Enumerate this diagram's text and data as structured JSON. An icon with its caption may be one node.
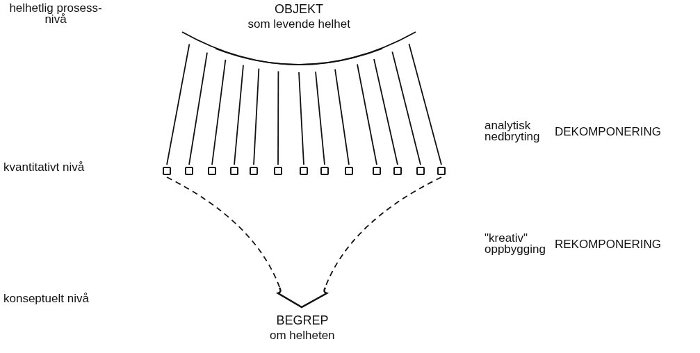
{
  "diagram": {
    "nodes": [
      {
        "text": [
          "OBJEKT",
          "som levende helhet"
        ]
      },
      {
        "text": [],
        "shape": "box"
      },
      {
        "text": [],
        "shape": "box"
      },
      {
        "text": [],
        "shape": "box"
      },
      {
        "text": [],
        "shape": "box"
      },
      {
        "text": [],
        "shape": "box"
      },
      {
        "text": [],
        "shape": "box"
      },
      {
        "text": [],
        "shape": "box"
      },
      {
        "text": [],
        "shape": "box"
      },
      {
        "text": [],
        "shape": "box"
      },
      {
        "text": [],
        "shape": "box"
      },
      {
        "text": [],
        "shape": "box"
      },
      {
        "text": [],
        "shape": "box"
      },
      {
        "text": [],
        "shape": "box"
      },
      {
        "text": [
          "BEGREP",
          "om helheten"
        ]
      }
    ],
    "edges": [
      {
        "from": 0,
        "to": 1,
        "arrow": "none"
      },
      {
        "from": 0,
        "to": 2,
        "arrow": "none"
      },
      {
        "from": 0,
        "to": 3,
        "arrow": "none"
      },
      {
        "from": 0,
        "to": 4,
        "arrow": "none"
      },
      {
        "from": 0,
        "to": 5,
        "arrow": "none"
      },
      {
        "from": 0,
        "to": 6,
        "arrow": "none"
      },
      {
        "from": 0,
        "to": 7,
        "arrow": "none"
      },
      {
        "from": 0,
        "to": 8,
        "arrow": "none"
      },
      {
        "from": 0,
        "to": 9,
        "arrow": "none"
      },
      {
        "from": 0,
        "to": 10,
        "arrow": "none"
      },
      {
        "from": 0,
        "to": 11,
        "arrow": "none"
      },
      {
        "from": 0,
        "to": 12,
        "arrow": "none"
      },
      {
        "from": 0,
        "to": 13,
        "arrow": "none"
      },
      {
        "from": 1,
        "to": 14,
        "arrow": "none",
        "style": "dashed"
      },
      {
        "from": 13,
        "to": 14,
        "arrow": "none",
        "style": "dashed"
      }
    ],
    "labels": [
      "helhetlig prosess- nivå",
      "analytisk nedbryting",
      "DEKOMPONERING",
      "kvantitativt nivå",
      "\"kreativ\" oppbygging",
      "REKOMPONERING",
      "konseptuelt nivå"
    ]
  }
}
